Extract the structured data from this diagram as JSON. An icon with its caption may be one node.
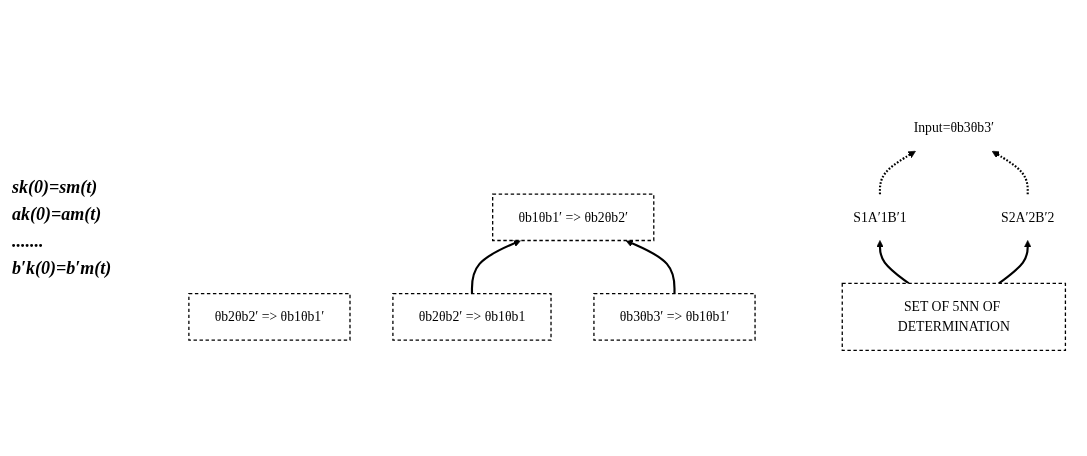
{
  "diagram": {
    "nodes": [
      {
        "text": [
          "θb1θb1′ => θb2θb2′"
        ]
      },
      {
        "text": [
          "θb2θb2′ => θb1θb1′"
        ]
      },
      {
        "text": [
          "Input=θb3θb3′"
        ]
      },
      {
        "text": [
          "S1A′1B′1"
        ]
      },
      {
        "text": [
          "S2A′2B′2"
        ]
      },
      {
        "text": [
          "θb2θb2′ => θb1θb1"
        ]
      },
      {
        "text": [
          "θb3θb3′ => θb1θb1′"
        ]
      },
      {
        "text": [
          "SET OF 5NN OF DETERMINATION"
        ]
      }
    ],
    "edges": [
      {
        "from": 5,
        "to": 0,
        "arrow": "to"
      },
      {
        "from": 6,
        "to": 0,
        "arrow": "to"
      },
      {
        "from": 3,
        "to": 2,
        "arrow": "to",
        "style": "dashed"
      },
      {
        "from": 4,
        "to": 2,
        "arrow": "to",
        "style": "dashed"
      },
      {
        "from": 7,
        "to": 3,
        "arrow": "to"
      },
      {
        "from": 7,
        "to": 4,
        "arrow": "to"
      }
    ],
    "labels": [
      "sk(0)=sm(t)",
      "ak(0)=am(t)",
      ".......",
      "b′k(0)=b′m(t)"
    ]
  }
}
